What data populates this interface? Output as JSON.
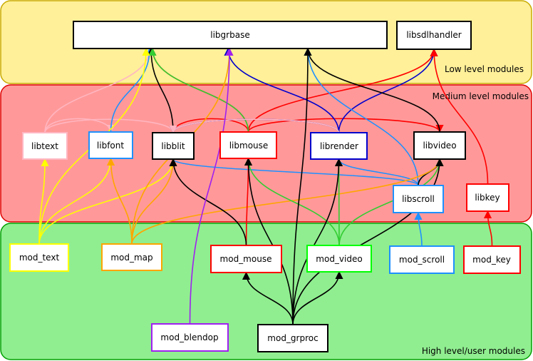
{
  "layers": [
    {
      "id": "low",
      "label": "Low level modules",
      "fill": "#fff099",
      "stroke": "#c8aa00"
    },
    {
      "id": "medium",
      "label": "Medium level modules",
      "fill": "#ff9999",
      "stroke": "#e00000"
    },
    {
      "id": "high",
      "label": "High level/user modules",
      "fill": "#90ee90",
      "stroke": "#00a000"
    }
  ],
  "nodes": [
    {
      "id": "libgrbase",
      "label": "libgrbase",
      "layer": "low",
      "border": "#000000"
    },
    {
      "id": "libsdlhandler",
      "label": "libsdlhandler",
      "layer": "low",
      "border": "#000000"
    },
    {
      "id": "libtext",
      "label": "libtext",
      "layer": "medium",
      "border": "#ffb6c1"
    },
    {
      "id": "libfont",
      "label": "libfont",
      "layer": "medium",
      "border": "#1e90ff"
    },
    {
      "id": "libblit",
      "label": "libblit",
      "layer": "medium",
      "border": "#000000"
    },
    {
      "id": "libmouse",
      "label": "libmouse",
      "layer": "medium",
      "border": "#ff0000"
    },
    {
      "id": "librender",
      "label": "librender",
      "layer": "medium",
      "border": "#0000cd"
    },
    {
      "id": "libvideo",
      "label": "libvideo",
      "layer": "medium",
      "border": "#000000"
    },
    {
      "id": "libscroll",
      "label": "libscroll",
      "layer": "medium",
      "border": "#1e90ff"
    },
    {
      "id": "libkey",
      "label": "libkey",
      "layer": "medium",
      "border": "#ff0000"
    },
    {
      "id": "mod_text",
      "label": "mod_text",
      "layer": "high",
      "border": "#ffff00"
    },
    {
      "id": "mod_map",
      "label": "mod_map",
      "layer": "high",
      "border": "#ffa500"
    },
    {
      "id": "mod_mouse",
      "label": "mod_mouse",
      "layer": "high",
      "border": "#ff0000"
    },
    {
      "id": "mod_video",
      "label": "mod_video",
      "layer": "high",
      "border": "#00ff00"
    },
    {
      "id": "mod_scroll",
      "label": "mod_scroll",
      "layer": "high",
      "border": "#1e90ff"
    },
    {
      "id": "mod_key",
      "label": "mod_key",
      "layer": "high",
      "border": "#ff0000"
    },
    {
      "id": "mod_blendop",
      "label": "mod_blendop",
      "layer": "high",
      "border": "#a020f0"
    },
    {
      "id": "mod_grproc",
      "label": "mod_grproc",
      "layer": "high",
      "border": "#000000"
    }
  ],
  "edges": [
    {
      "from": "libtext",
      "to": "libgrbase",
      "color": "#ffb6c1"
    },
    {
      "from": "libtext",
      "to": "libfont",
      "color": "#ffb6c1"
    },
    {
      "from": "libtext",
      "to": "libblit",
      "color": "#ffb6c1"
    },
    {
      "from": "libfont",
      "to": "libgrbase",
      "color": "#1e90ff"
    },
    {
      "from": "libblit",
      "to": "libgrbase",
      "color": "#000000"
    },
    {
      "from": "libmouse",
      "to": "libgrbase",
      "color": "#ff0000"
    },
    {
      "from": "libmouse",
      "to": "libblit",
      "color": "#ff0000"
    },
    {
      "from": "libmouse",
      "to": "libsdlhandler",
      "color": "#ff0000"
    },
    {
      "from": "libmouse",
      "to": "libvideo",
      "color": "#ff0000"
    },
    {
      "from": "libmouse",
      "to": "libgrbase",
      "color": "#32cd32"
    },
    {
      "from": "librender",
      "to": "libgrbase",
      "color": "#0000cd"
    },
    {
      "from": "librender",
      "to": "libblit",
      "color": "#0000cd"
    },
    {
      "from": "librender",
      "to": "libsdlhandler",
      "color": "#0000cd"
    },
    {
      "from": "librender",
      "to": "libblit",
      "color": "#ffb6c1"
    },
    {
      "from": "libvideo",
      "to": "libgrbase",
      "color": "#000000"
    },
    {
      "from": "libscroll",
      "to": "libgrbase",
      "color": "#1e90ff"
    },
    {
      "from": "libscroll",
      "to": "libblit",
      "color": "#1e90ff"
    },
    {
      "from": "libscroll",
      "to": "librender",
      "color": "#1e90ff"
    },
    {
      "from": "libscroll",
      "to": "libvideo",
      "color": "#1e90ff"
    },
    {
      "from": "libscroll",
      "to": "libvideo",
      "color": "#000000"
    },
    {
      "from": "libkey",
      "to": "libsdlhandler",
      "color": "#ff0000"
    },
    {
      "from": "mod_text",
      "to": "libtext",
      "color": "#ffff00"
    },
    {
      "from": "mod_text",
      "to": "libfont",
      "color": "#ffff00"
    },
    {
      "from": "mod_text",
      "to": "libblit",
      "color": "#ffff00"
    },
    {
      "from": "mod_text",
      "to": "libgrbase",
      "color": "#ffff00"
    },
    {
      "from": "mod_map",
      "to": "libfont",
      "color": "#ffa500"
    },
    {
      "from": "mod_map",
      "to": "libblit",
      "color": "#ffa500"
    },
    {
      "from": "mod_map",
      "to": "libgrbase",
      "color": "#ffa500"
    },
    {
      "from": "mod_map",
      "to": "libvideo",
      "color": "#ffa500"
    },
    {
      "from": "mod_mouse",
      "to": "libmouse",
      "color": "#ff0000"
    },
    {
      "from": "mod_mouse",
      "to": "libblit",
      "color": "#000000"
    },
    {
      "from": "mod_video",
      "to": "libmouse",
      "color": "#32cd32"
    },
    {
      "from": "mod_video",
      "to": "librender",
      "color": "#32cd32"
    },
    {
      "from": "mod_video",
      "to": "libvideo",
      "color": "#32cd32"
    },
    {
      "from": "mod_scroll",
      "to": "libscroll",
      "color": "#1e90ff"
    },
    {
      "from": "mod_key",
      "to": "libkey",
      "color": "#ff0000"
    },
    {
      "from": "mod_blendop",
      "to": "libgrbase",
      "color": "#a020f0"
    },
    {
      "from": "mod_grproc",
      "to": "libgrbase",
      "color": "#000000"
    },
    {
      "from": "mod_grproc",
      "to": "libmouse",
      "color": "#000000"
    },
    {
      "from": "mod_grproc",
      "to": "librender",
      "color": "#000000"
    },
    {
      "from": "mod_grproc",
      "to": "libvideo",
      "color": "#000000"
    },
    {
      "from": "mod_grproc",
      "to": "mod_mouse",
      "color": "#000000"
    },
    {
      "from": "mod_grproc",
      "to": "mod_video",
      "color": "#000000"
    }
  ]
}
